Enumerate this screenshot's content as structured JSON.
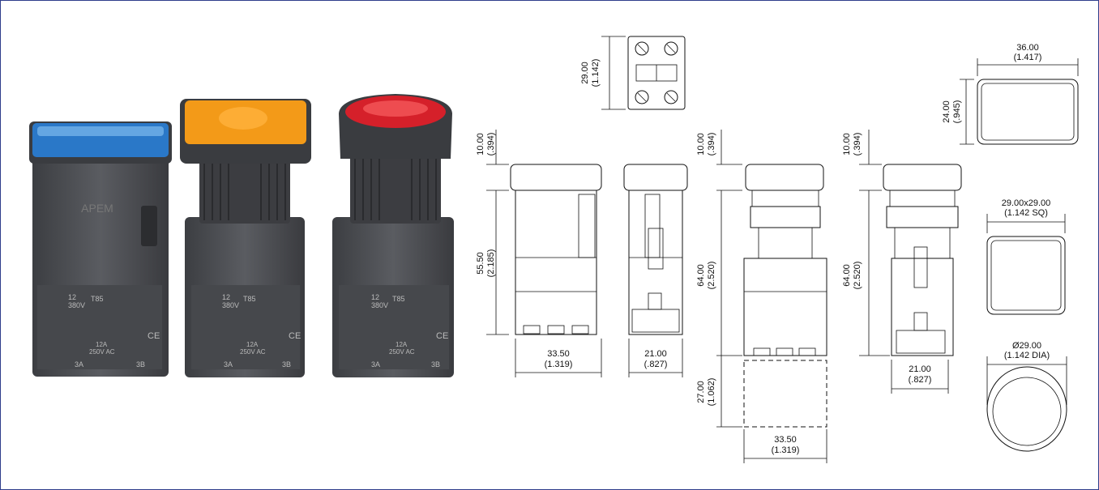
{
  "photo": {
    "buttons": [
      {
        "color_name": "blue",
        "cap_color": "#2a78c8",
        "cap_shape": "rectangular"
      },
      {
        "color_name": "amber",
        "cap_color": "#f39a18",
        "cap_shape": "square"
      },
      {
        "color_name": "red",
        "cap_color": "#d5202a",
        "cap_shape": "round"
      }
    ],
    "housing_color": "#4a4c50",
    "housing_markings": {
      "brand": "APEM",
      "ratings_line1": "12",
      "ratings_line2": "380V",
      "temp": "T85",
      "current": "12A",
      "voltage": "250V AC",
      "term_a": "3A",
      "term_b": "3B",
      "mark_ce": "CE"
    }
  },
  "dimensions": {
    "top_view_height": [
      "29.00",
      "(1.142)"
    ],
    "view1_cap": [
      "10.00",
      "(.394)"
    ],
    "view1_body": [
      "55.50",
      "(2.185)"
    ],
    "view1_width": [
      "33.50",
      "(1.319)"
    ],
    "view2_width": [
      "21.00",
      "(.827)"
    ],
    "view3_cap": [
      "10.00",
      "(.394)"
    ],
    "view3_body": [
      "64.00",
      "(2.520)"
    ],
    "view3_ext": [
      "27.00",
      "(1.062)"
    ],
    "view3_width": [
      "33.50",
      "(1.319)"
    ],
    "view4_cap": [
      "10.00",
      "(.394)"
    ],
    "view4_body": [
      "64.00",
      "(2.520)"
    ],
    "view4_width": [
      "21.00",
      "(.827)"
    ],
    "rect_cap_width": [
      "36.00",
      "(1.417)"
    ],
    "rect_cap_height": [
      "24.00",
      "(.945)"
    ],
    "square_cap": [
      "29.00x29.00",
      "(1.142 SQ)"
    ],
    "round_cap": [
      "Ø29.00",
      "(1.142 DIA)"
    ]
  },
  "colors": {
    "frame": "#2f3e8c",
    "line": "#111111"
  }
}
